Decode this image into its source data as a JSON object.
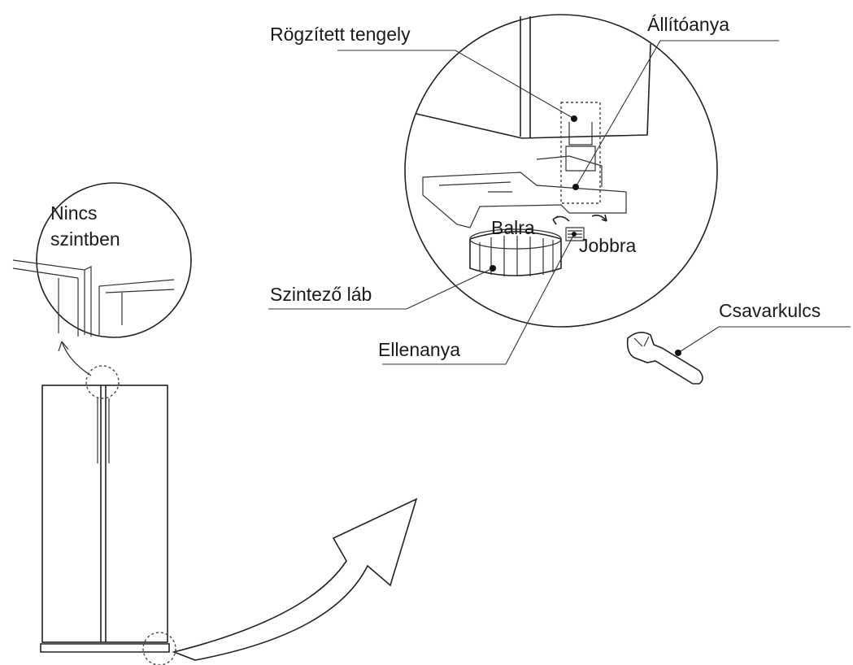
{
  "labels": {
    "fixed_shaft": "Rögzített tengely",
    "adjusting_nut": "Állítóanya",
    "not_level_line1": "Nincs",
    "not_level_line2": "szintben",
    "left": "Balra",
    "right": "Jobbra",
    "leveling_foot": "Szintező láb",
    "lock_nut": "Ellenanya",
    "wrench": "Csavarkulcs"
  },
  "colors": {
    "line": "#222222",
    "text": "#1a1a1a",
    "background": "#ffffff"
  }
}
